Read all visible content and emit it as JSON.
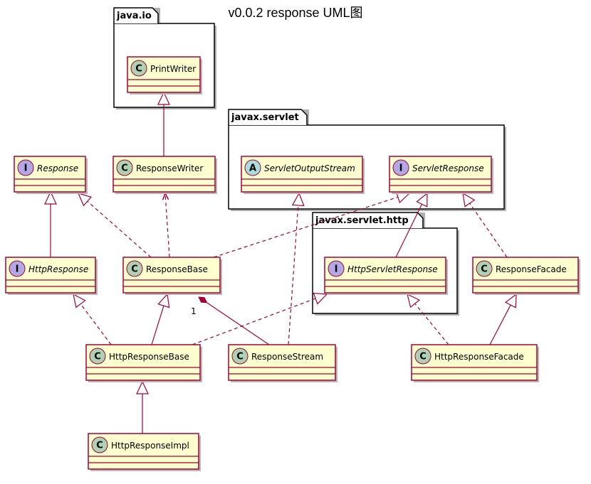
{
  "title": "v0.0.2 response UML图",
  "colors": {
    "class_fill": "#FEFECE",
    "class_border": "#A80036",
    "class_spot": "#ADD1B2",
    "interface_spot": "#B4A7E5",
    "abstract_spot": "#A9DCDF",
    "edge": "#A80036",
    "package_border": "#000000"
  },
  "packages": [
    {
      "id": "java-io",
      "name": "java.io"
    },
    {
      "id": "javax-servlet",
      "name": "javax.servlet"
    },
    {
      "id": "javax-servlet-http",
      "name": "javax.servlet.http"
    }
  ],
  "classes": [
    {
      "id": "PrintWriter",
      "name": "PrintWriter",
      "kind": "class",
      "letter": "C",
      "italic": false
    },
    {
      "id": "Response",
      "name": "Response",
      "kind": "interface",
      "letter": "I",
      "italic": true
    },
    {
      "id": "ResponseWriter",
      "name": "ResponseWriter",
      "kind": "class",
      "letter": "C",
      "italic": false
    },
    {
      "id": "ServletOutputStream",
      "name": "ServletOutputStream",
      "kind": "abstract",
      "letter": "A",
      "italic": true
    },
    {
      "id": "ServletResponse",
      "name": "ServletResponse",
      "kind": "interface",
      "letter": "I",
      "italic": true
    },
    {
      "id": "HttpResponse",
      "name": "HttpResponse",
      "kind": "interface",
      "letter": "I",
      "italic": true
    },
    {
      "id": "ResponseBase",
      "name": "ResponseBase",
      "kind": "class",
      "letter": "C",
      "italic": false
    },
    {
      "id": "HttpServletResponse",
      "name": "HttpServletResponse",
      "kind": "interface",
      "letter": "I",
      "italic": true
    },
    {
      "id": "ResponseFacade",
      "name": "ResponseFacade",
      "kind": "class",
      "letter": "C",
      "italic": false
    },
    {
      "id": "HttpResponseBase",
      "name": "HttpResponseBase",
      "kind": "class",
      "letter": "C",
      "italic": false
    },
    {
      "id": "ResponseStream",
      "name": "ResponseStream",
      "kind": "class",
      "letter": "C",
      "italic": false
    },
    {
      "id": "HttpResponseFacade",
      "name": "HttpResponseFacade",
      "kind": "class",
      "letter": "C",
      "italic": false
    },
    {
      "id": "HttpResponseImpl",
      "name": "HttpResponseImpl",
      "kind": "class",
      "letter": "C",
      "italic": false
    }
  ],
  "relations": [
    {
      "from": "ResponseWriter",
      "to": "PrintWriter",
      "type": "extends"
    },
    {
      "from": "HttpResponse",
      "to": "Response",
      "type": "extends"
    },
    {
      "from": "ResponseBase",
      "to": "Response",
      "type": "implements"
    },
    {
      "from": "ResponseBase",
      "to": "ResponseWriter",
      "type": "dependency"
    },
    {
      "from": "ResponseBase",
      "to": "ServletResponse",
      "type": "implements"
    },
    {
      "from": "HttpServletResponse",
      "to": "ServletResponse",
      "type": "extends"
    },
    {
      "from": "ResponseFacade",
      "to": "ServletResponse",
      "type": "implements"
    },
    {
      "from": "ResponseStream",
      "to": "ServletOutputStream",
      "type": "implements"
    },
    {
      "from": "HttpResponseBase",
      "to": "HttpResponse",
      "type": "implements"
    },
    {
      "from": "HttpResponseBase",
      "to": "ResponseBase",
      "type": "extends"
    },
    {
      "from": "HttpResponseBase",
      "to": "HttpServletResponse",
      "type": "implements"
    },
    {
      "from": "ResponseStream",
      "to": "ResponseBase",
      "type": "composition",
      "multiplicity": "1"
    },
    {
      "from": "HttpResponseFacade",
      "to": "HttpServletResponse",
      "type": "implements"
    },
    {
      "from": "HttpResponseFacade",
      "to": "ResponseFacade",
      "type": "extends"
    },
    {
      "from": "HttpResponseImpl",
      "to": "HttpResponseBase",
      "type": "extends"
    }
  ]
}
